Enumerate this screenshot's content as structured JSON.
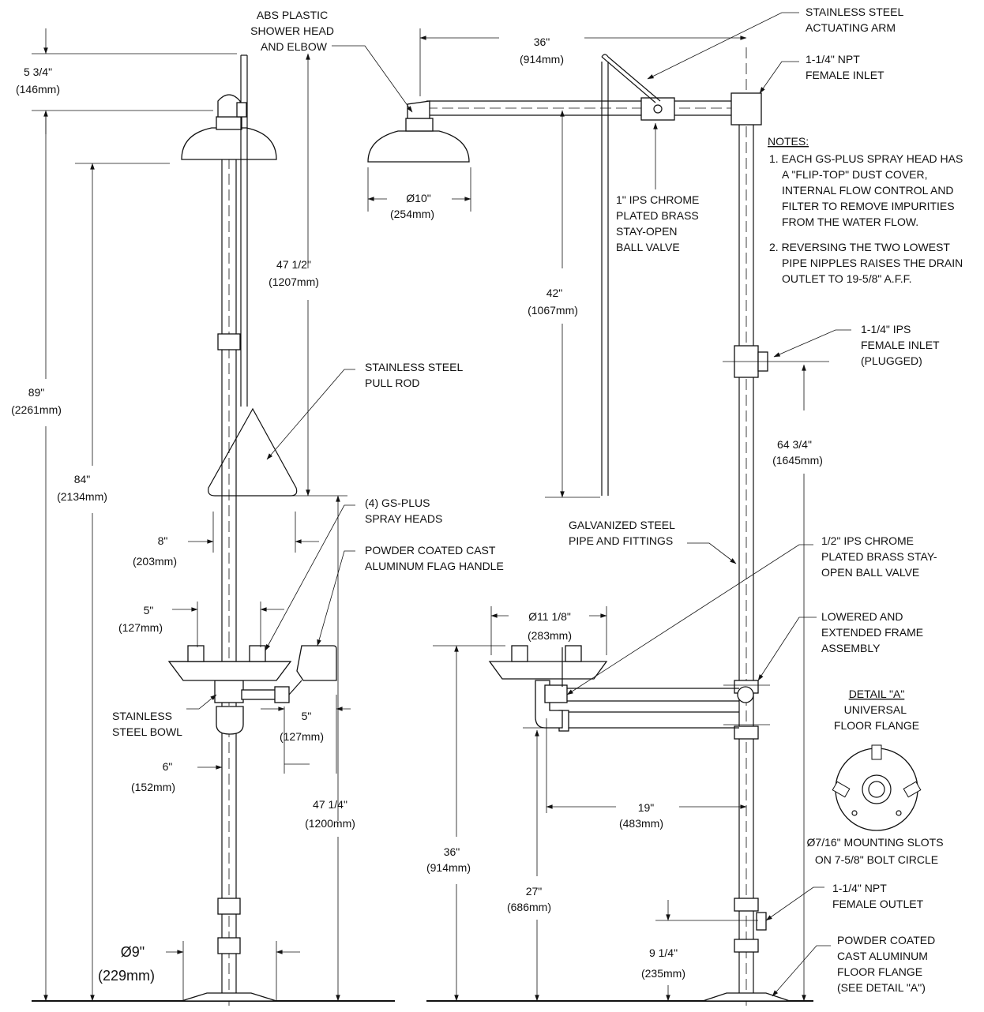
{
  "labels": {
    "shower_head": [
      "ABS PLASTIC",
      "SHOWER HEAD",
      "AND ELBOW"
    ],
    "actuating_arm": [
      "STAINLESS STEEL",
      "ACTUATING ARM"
    ],
    "npt_inlet": [
      "1-1/4\" NPT",
      "FEMALE INLET"
    ],
    "ball_valve_1in": [
      "1\" IPS CHROME",
      "PLATED BRASS",
      "STAY-OPEN",
      " BALL VALVE"
    ],
    "ips_inlet": [
      "1-1/4\" IPS",
      "FEMALE INLET",
      "(PLUGGED)"
    ],
    "pull_rod": [
      "STAINLESS STEEL",
      "PULL ROD"
    ],
    "spray_heads": [
      "(4) GS-PLUS",
      "SPRAY HEADS"
    ],
    "flag_handle": [
      "POWDER COATED CAST",
      " ALUMINUM FLAG HANDLE"
    ],
    "galvanized": [
      "GALVANIZED STEEL",
      "PIPE AND FITTINGS"
    ],
    "ball_valve_half": [
      "1/2\" IPS CHROME",
      "PLATED BRASS STAY-",
      "OPEN BALL VALVE"
    ],
    "frame_assembly": [
      "LOWERED AND",
      "EXTENDED FRAME",
      " ASSEMBLY"
    ],
    "bowl": [
      "STAINLESS",
      "STEEL BOWL"
    ],
    "npt_outlet": [
      "1-1/4\" NPT",
      "FEMALE OUTLET"
    ],
    "floor_flange": [
      "POWDER COATED",
      "CAST ALUMINUM",
      "FLOOR FLANGE",
      "(SEE DETAIL \"A\")"
    ]
  },
  "notes": {
    "title": "NOTES:",
    "lines": [
      "1. EACH GS-PLUS SPRAY HEAD HAS",
      "A \"FLIP-TOP\" DUST COVER,",
      "INTERNAL FLOW CONTROL AND",
      "FILTER TO REMOVE IMPURITIES",
      "FROM THE WATER FLOW.",
      "2. REVERSING THE TWO LOWEST",
      "PIPE NIPPLES RAISES THE DRAIN",
      "OUTLET TO 19-5/8\" A.F.F."
    ]
  },
  "detail": {
    "title": "DETAIL \"A\"",
    "lines": [
      "UNIVERSAL",
      "FLOOR FLANGE"
    ],
    "caption": [
      "Ø7/16\" MOUNTING SLOTS",
      "ON 7-5/8\" BOLT CIRCLE"
    ]
  },
  "dims": {
    "d_5_3_4": [
      "5 3/4\"",
      "(146mm)"
    ],
    "d_89": [
      "89\"",
      "(2261mm)"
    ],
    "d_84": [
      "84\"",
      "(2134mm)"
    ],
    "d_47_1_2": [
      "47 1/2\"",
      "(1207mm)"
    ],
    "d_8": [
      "8\"",
      "(203mm)"
    ],
    "d_5a": [
      "5\"",
      "(127mm)"
    ],
    "d_5b": [
      "5\"",
      "(127mm)"
    ],
    "d_6": [
      "6\"",
      "(152mm)"
    ],
    "d_47_1_4": [
      "47 1/4\"",
      "(1200mm)"
    ],
    "d_9": [
      "Ø9\"",
      "(229mm)"
    ],
    "d_10": [
      "Ø10\"",
      "(254mm)"
    ],
    "d_36_top": [
      "36\"",
      "(914mm)"
    ],
    "d_42": [
      "42\"",
      "(1067mm)"
    ],
    "d_64_3_4": [
      "64 3/4\"",
      "(1645mm)"
    ],
    "d_11_1_8": [
      "Ø11 1/8\"",
      "(283mm)"
    ],
    "d_19": [
      "19\"",
      "(483mm)"
    ],
    "d_36_bowl": [
      "36\"",
      "(914mm)"
    ],
    "d_27": [
      "27\"",
      "(686mm)"
    ],
    "d_9_1_4": [
      "9 1/4\"",
      "(235mm)"
    ]
  }
}
